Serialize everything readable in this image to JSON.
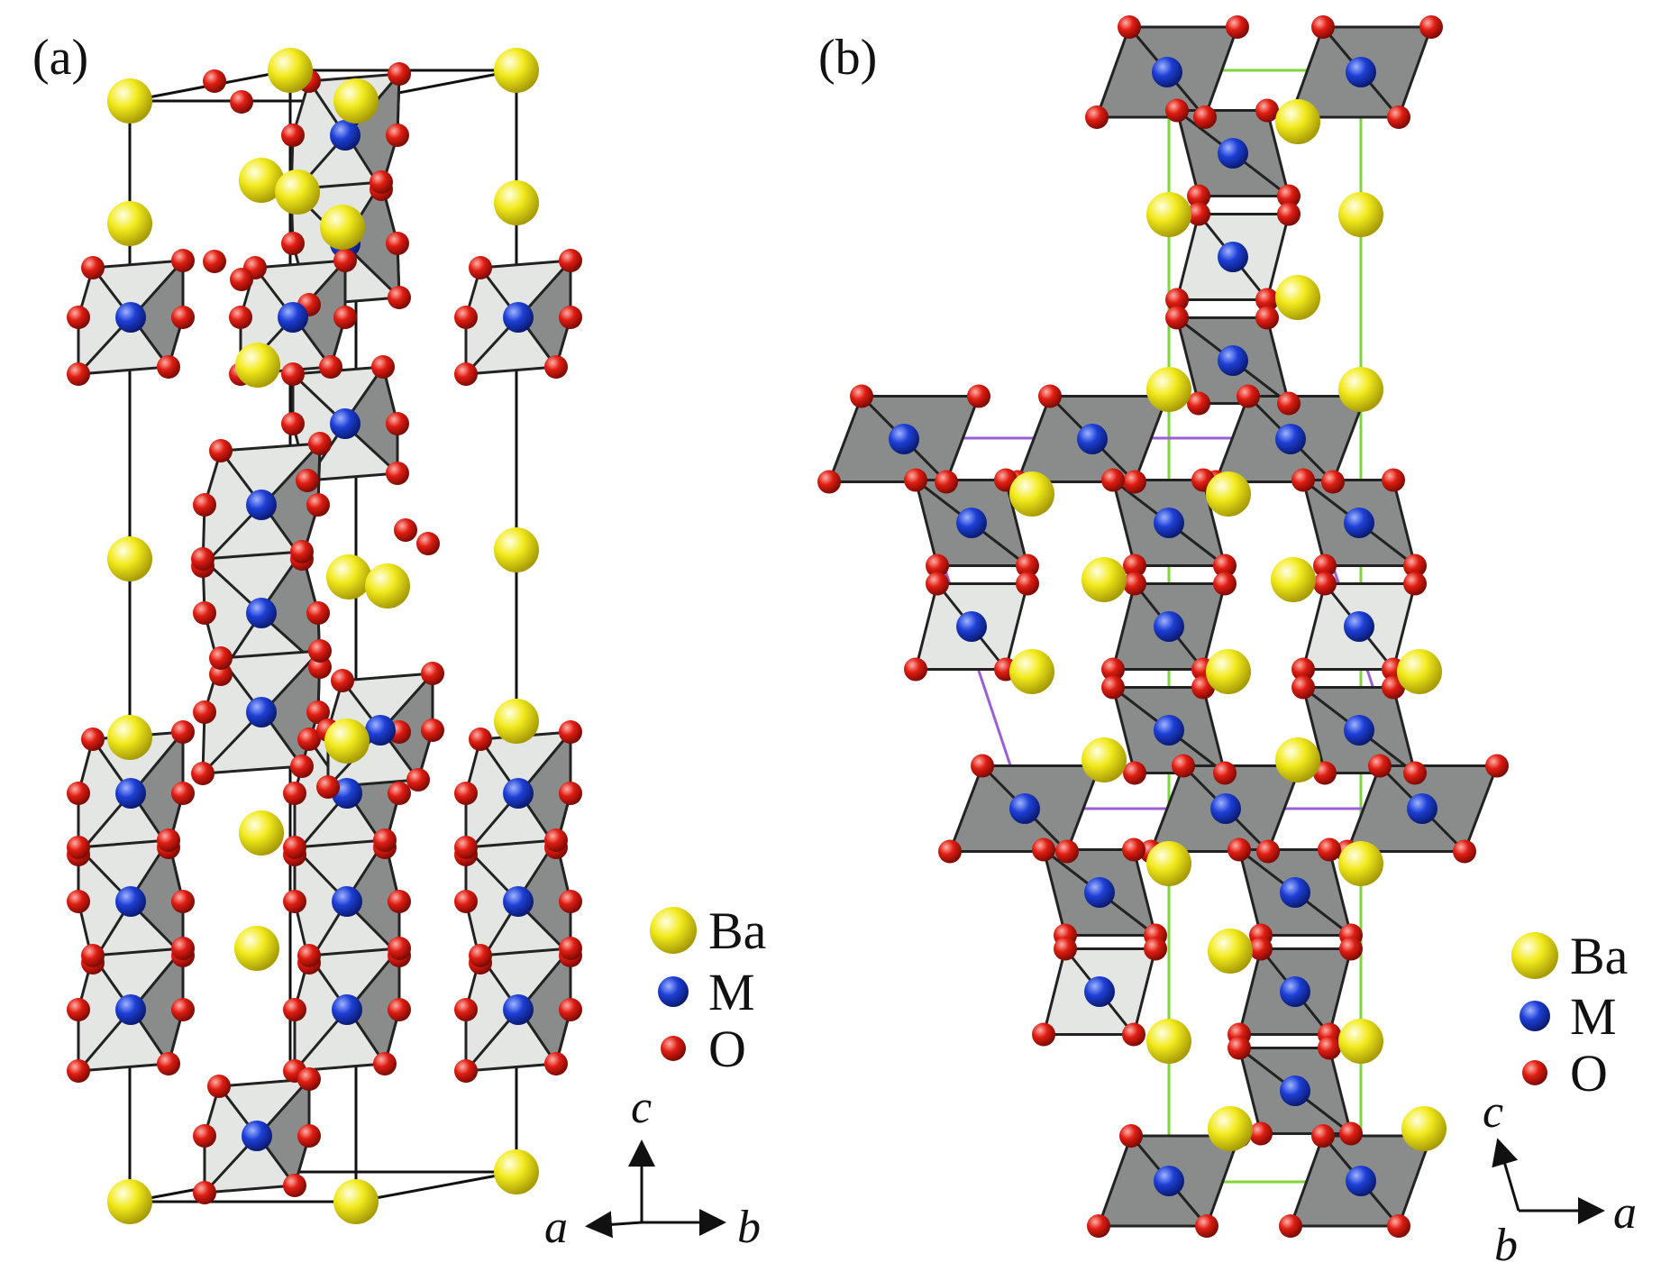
{
  "panels": [
    {
      "id": "a",
      "label": "(a)"
    },
    {
      "id": "b",
      "label": "(b)"
    }
  ],
  "legend": {
    "items": [
      {
        "label": "Ba",
        "color": "#f2ea1c"
      },
      {
        "label": "M",
        "color": "#1d3fd6"
      },
      {
        "label": "O",
        "color": "#e01d12"
      }
    ]
  },
  "axes": {
    "panel_a": {
      "c": "c",
      "a": "a",
      "b": "b"
    },
    "panel_b": {
      "c": "c",
      "a": "a",
      "b": "b"
    }
  },
  "colors": {
    "polyhedron_light": "#e4e6e4",
    "polyhedron_dark": "#8a8c8c",
    "cell_edge_a": "#111111",
    "cell_edge_b": "#7fd63a",
    "cell_edge_b_alt": "#9b5fd4"
  }
}
